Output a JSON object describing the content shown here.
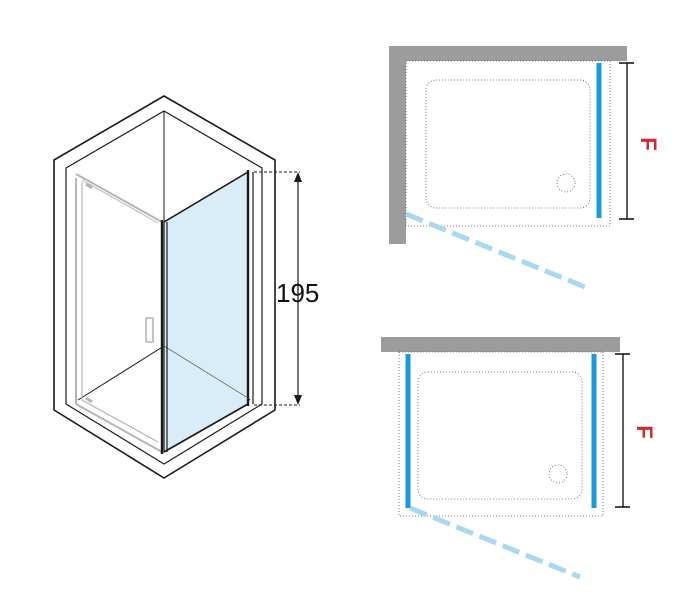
{
  "iso_view": {
    "height_label": "195"
  },
  "plan_top": {
    "dimension_label": "F"
  },
  "plan_bottom": {
    "dimension_label": "F"
  },
  "colors": {
    "wall": "#9c9c9c",
    "glass_panel": "#1b9ad8",
    "door_swing": "#a9d8f2",
    "glass_fill": "#d9edf8",
    "dimension_letter": "#d0282e",
    "outline": "#1a1a1a"
  }
}
